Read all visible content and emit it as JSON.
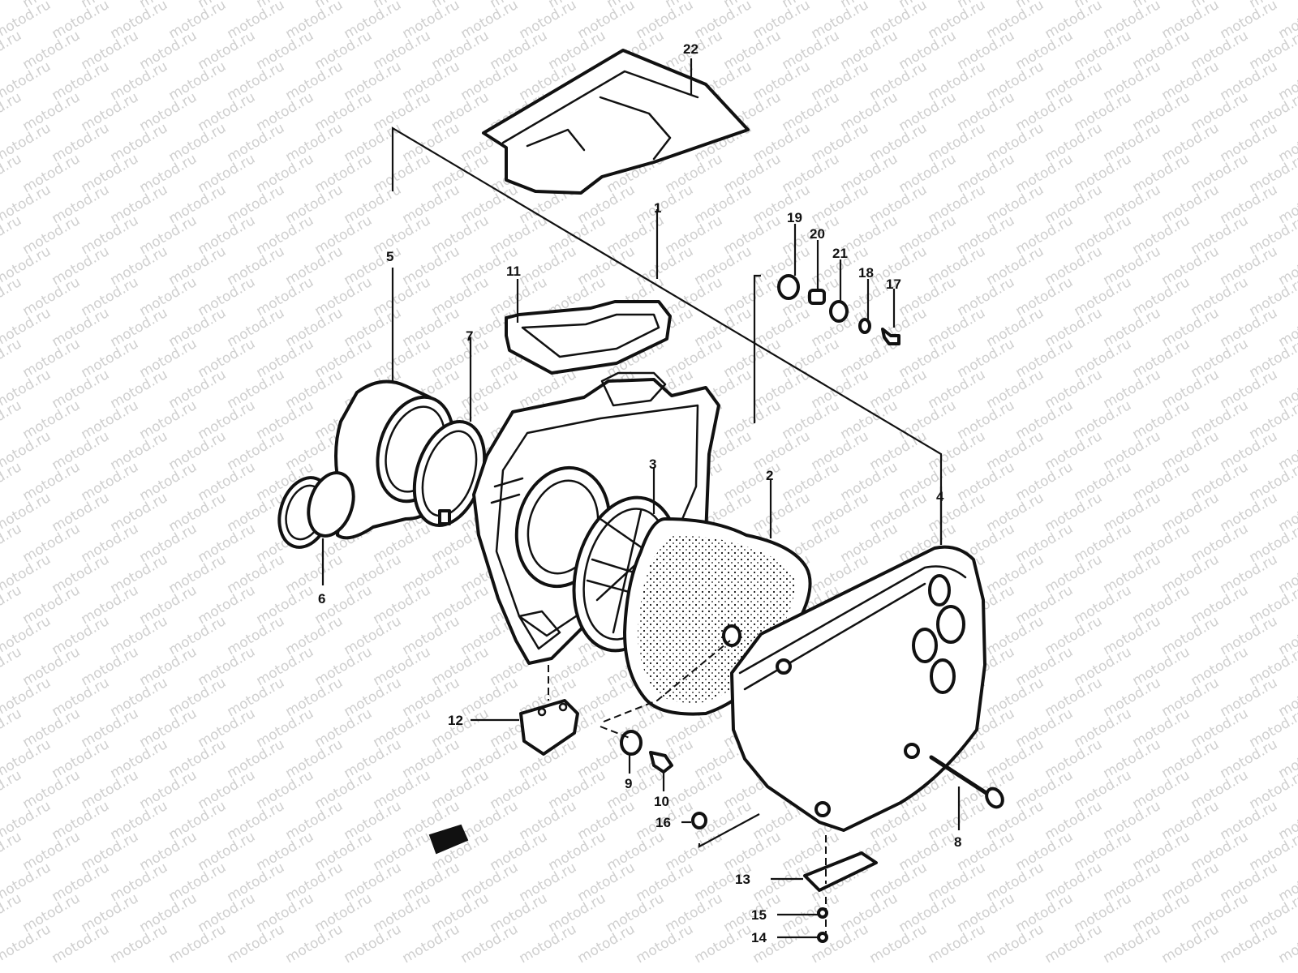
{
  "watermark": {
    "text": "motod.ru",
    "color": "#cfcfcf"
  },
  "diagram": {
    "ink_color": "#111111",
    "callouts": [
      {
        "id": "22",
        "label": "22"
      },
      {
        "id": "1",
        "label": "1"
      },
      {
        "id": "5",
        "label": "5"
      },
      {
        "id": "11",
        "label": "11"
      },
      {
        "id": "7",
        "label": "7"
      },
      {
        "id": "19",
        "label": "19"
      },
      {
        "id": "20",
        "label": "20"
      },
      {
        "id": "21",
        "label": "21"
      },
      {
        "id": "18",
        "label": "18"
      },
      {
        "id": "17",
        "label": "17"
      },
      {
        "id": "3",
        "label": "3"
      },
      {
        "id": "2",
        "label": "2"
      },
      {
        "id": "4",
        "label": "4"
      },
      {
        "id": "6",
        "label": "6"
      },
      {
        "id": "12",
        "label": "12"
      },
      {
        "id": "9",
        "label": "9"
      },
      {
        "id": "10",
        "label": "10"
      },
      {
        "id": "16",
        "label": "16"
      },
      {
        "id": "8",
        "label": "8"
      },
      {
        "id": "13",
        "label": "13"
      },
      {
        "id": "15",
        "label": "15"
      },
      {
        "id": "14",
        "label": "14"
      }
    ]
  }
}
